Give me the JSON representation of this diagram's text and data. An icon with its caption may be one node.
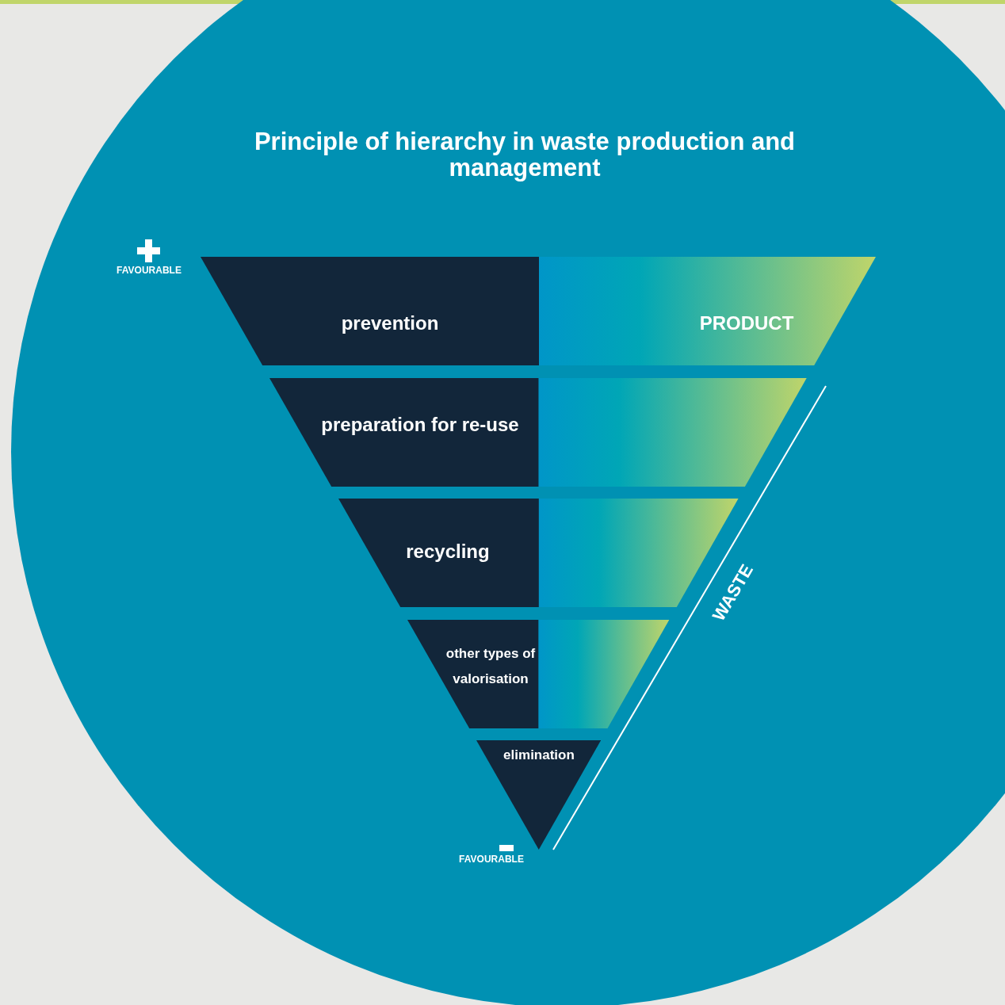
{
  "diagram": {
    "title": "Principle of hierarchy in waste production and management",
    "nodes": [
      {
        "text": [
          "prevention",
          "PRODUCT"
        ]
      },
      {
        "text": [
          "preparation for re-use"
        ]
      },
      {
        "text": [
          "recycling"
        ]
      },
      {
        "text": [
          "other types of valorisation"
        ]
      },
      {
        "text": [
          "elimination"
        ]
      }
    ],
    "labels": [
      "FAVOURABLE",
      "WASTE",
      "FAVOURABLE"
    ]
  }
}
